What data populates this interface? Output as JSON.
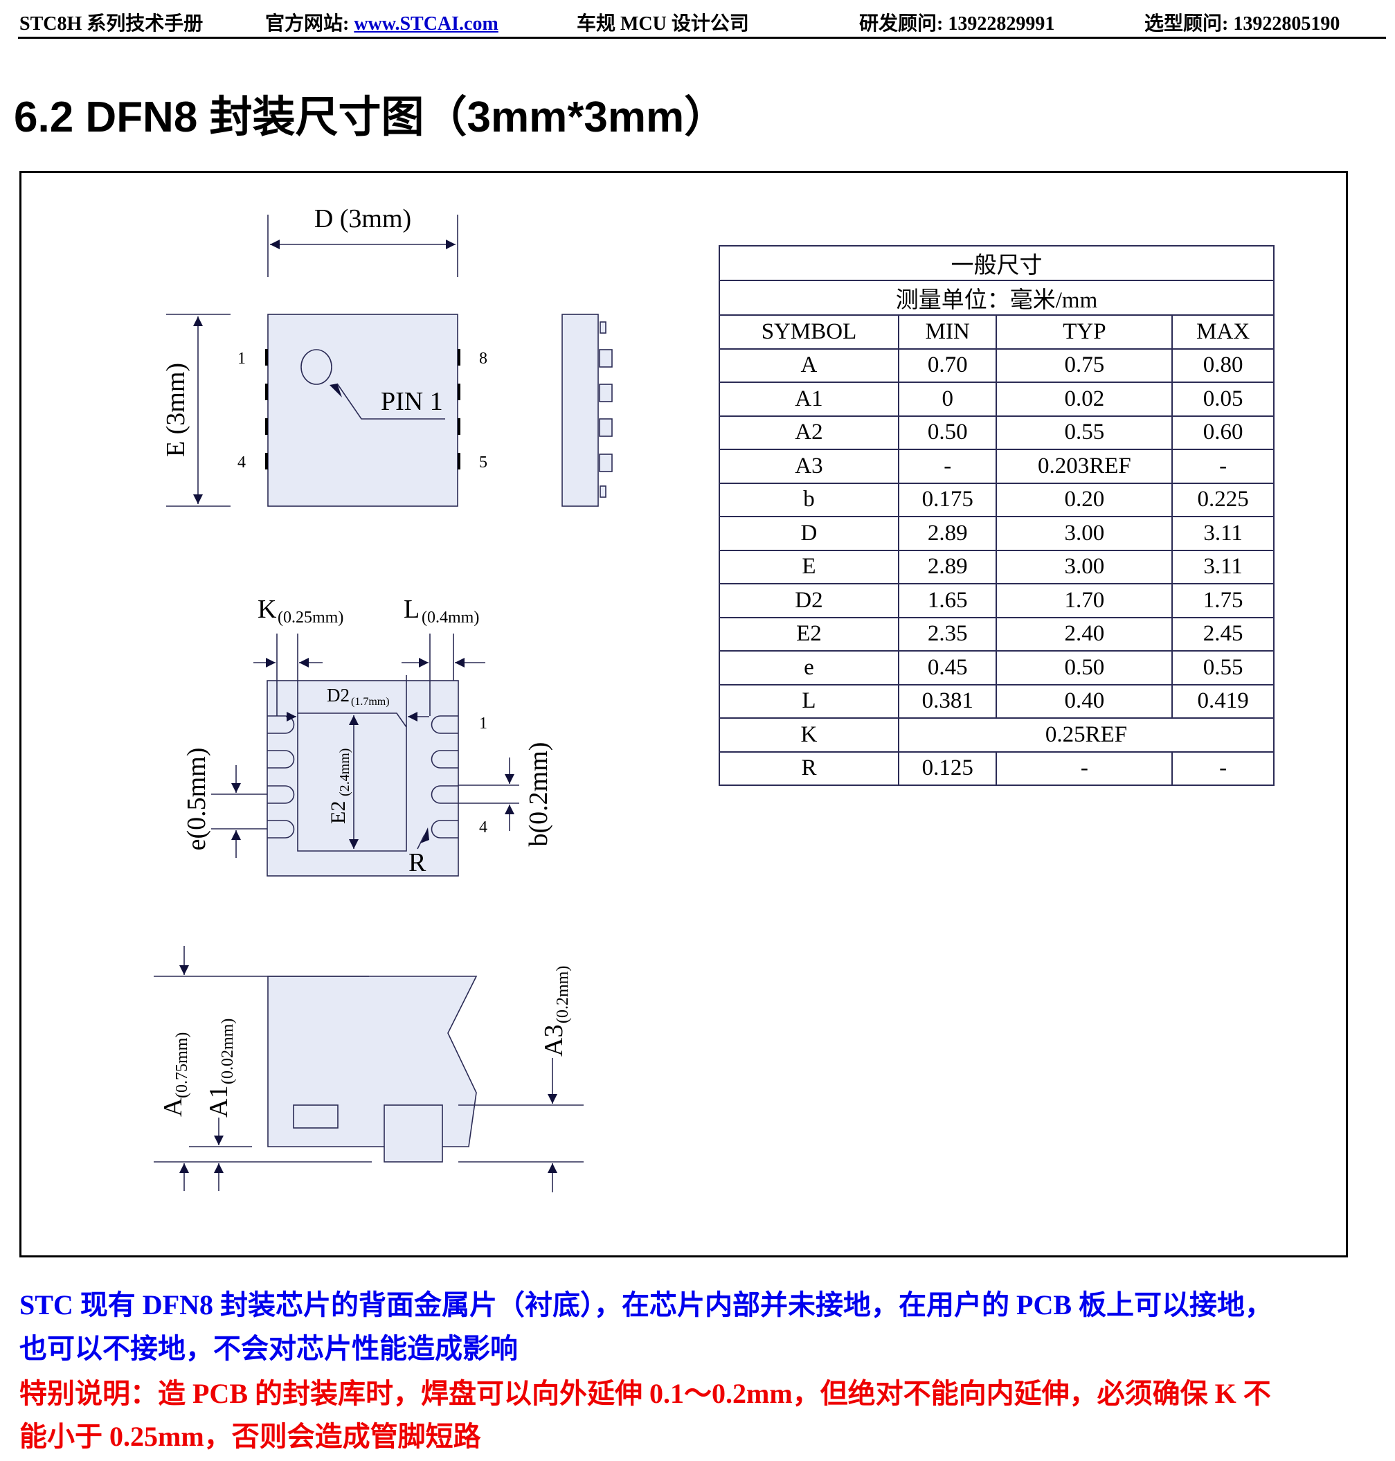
{
  "header": {
    "manual": "STC8H 系列技术手册",
    "site_label": "官方网站: ",
    "site_link": "www.STCAI.com",
    "company": "车规 MCU 设计公司",
    "rd_contact": "研发顾问: 13922829991",
    "sales_contact": "选型顾问: 13922805190"
  },
  "title": "6.2  DFN8 封装尺寸图（3mm*3mm）",
  "drawing": {
    "top_view": {
      "width_label": "D (3mm)",
      "height_label": "E (3mm)",
      "pin_labels": [
        "1",
        "4",
        "8",
        "5"
      ],
      "pin1_label": "PIN 1"
    },
    "bottom_view": {
      "k_label": "K",
      "k_value": "(0.25mm)",
      "l_label": "L",
      "l_value": "(0.4mm)",
      "d2_label": "D2",
      "d2_value": "(1.7mm)",
      "e2_label": "E2",
      "e2_value": "(2.4mm)",
      "e_label": "e(0.5mm)",
      "b_label": "b(0.2mm)",
      "r_label": "R",
      "pin_labels": [
        "1",
        "4"
      ]
    },
    "side_view": {
      "a_label": "A",
      "a_value": "(0.75mm)",
      "a1_label": "A1",
      "a1_value": "(0.02mm)",
      "a3_label": "A3",
      "a3_value": "(0.2mm)"
    }
  },
  "table": {
    "title": "一般尺寸",
    "unit": "测量单位：毫米/mm",
    "columns": [
      "SYMBOL",
      "MIN",
      "TYP",
      "MAX"
    ],
    "rows": [
      [
        "A",
        "0.70",
        "0.75",
        "0.80"
      ],
      [
        "A1",
        "0",
        "0.02",
        "0.05"
      ],
      [
        "A2",
        "0.50",
        "0.55",
        "0.60"
      ],
      [
        "A3",
        "-",
        "0.203REF",
        "-"
      ],
      [
        "b",
        "0.175",
        "0.20",
        "0.225"
      ],
      [
        "D",
        "2.89",
        "3.00",
        "3.11"
      ],
      [
        "E",
        "2.89",
        "3.00",
        "3.11"
      ],
      [
        "D2",
        "1.65",
        "1.70",
        "1.75"
      ],
      [
        "E2",
        "2.35",
        "2.40",
        "2.45"
      ],
      [
        "e",
        "0.45",
        "0.50",
        "0.55"
      ],
      [
        "L",
        "0.381",
        "0.40",
        "0.419"
      ],
      [
        "K",
        "0.25REF"
      ],
      [
        "R",
        "0.125",
        "-",
        "-"
      ]
    ]
  },
  "notes": {
    "blue_line1": "STC 现有 DFN8 封装芯片的背面金属片（衬底），在芯片内部并未接地，在用户的 PCB 板上可以接地，",
    "blue_line2": "也可以不接地，不会对芯片性能造成影响",
    "red_line1": "特别说明：造 PCB 的封装库时，焊盘可以向外延伸 0.1～0.2mm，但绝对不能向内延伸，必须确保 K 不",
    "red_line2": "能小于 0.25mm，否则会造成管脚短路"
  },
  "colors": {
    "chip_fill": "#e6eaf6",
    "line": "#2b2b55",
    "note_blue": "#0000ee",
    "note_red": "#ee0000",
    "link": "#0000cc"
  }
}
